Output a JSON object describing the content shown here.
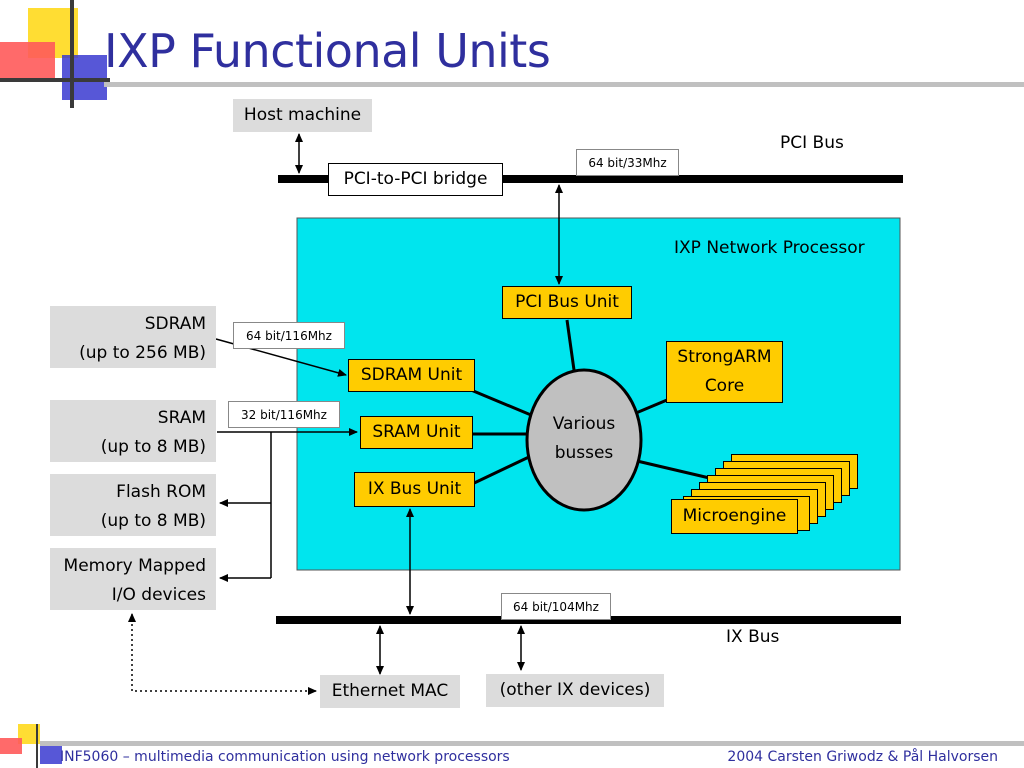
{
  "slide": {
    "title": "IXP Functional Units",
    "footer_left": "INF5060 – multimedia communication using network processors",
    "footer_right": "2004  Carsten Griwodz & Pål Halvorsen"
  },
  "diagram": {
    "host_machine": "Host machine",
    "pci_bridge": "PCI-to-PCI bridge",
    "pci_bus_label": "PCI Bus",
    "pci_speed": "64 bit/33Mhz",
    "processor_label": "IXP Network Processor",
    "pci_bus_unit": "PCI Bus Unit",
    "strongarm_line1": "StrongARM",
    "strongarm_line2": "Core",
    "various_line1": "Various",
    "various_line2": "busses",
    "sdram_unit": "SDRAM Unit",
    "sram_unit": "SRAM Unit",
    "ix_bus_unit": "IX Bus Unit",
    "microengine": "Microengine",
    "sdram_line1": "SDRAM",
    "sdram_line2": "(up to 256 MB)",
    "sdram_speed": "64 bit/116Mhz",
    "sram_line1": "SRAM",
    "sram_line2": "(up to 8 MB)",
    "sram_speed": "32 bit/116Mhz",
    "flash_line1": "Flash ROM",
    "flash_line2": "(up to 8 MB)",
    "mmio_line1": "Memory Mapped",
    "mmio_line2": "I/O devices",
    "ix_speed": "64 bit/104Mhz",
    "ix_bus_label": "IX Bus",
    "ethernet_mac": "Ethernet MAC",
    "other_ix": "(other IX devices)"
  },
  "colors": {
    "title": "#2f2f9e",
    "processor_fill": "#00e5ee",
    "unit_fill": "#ffcc00",
    "busses_fill": "#c0c0c0",
    "memory_fill": "#dcdcdc"
  }
}
